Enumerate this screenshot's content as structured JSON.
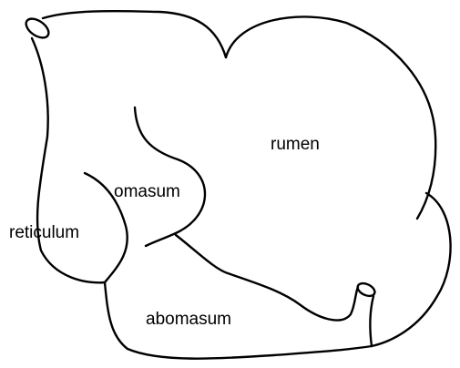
{
  "diagram": {
    "labels": {
      "rumen": "rumen",
      "omasum": "omasum",
      "reticulum": "reticulum",
      "abomasum": "abomasum"
    },
    "stroke_color": "#000000",
    "background_color": "#ffffff"
  }
}
